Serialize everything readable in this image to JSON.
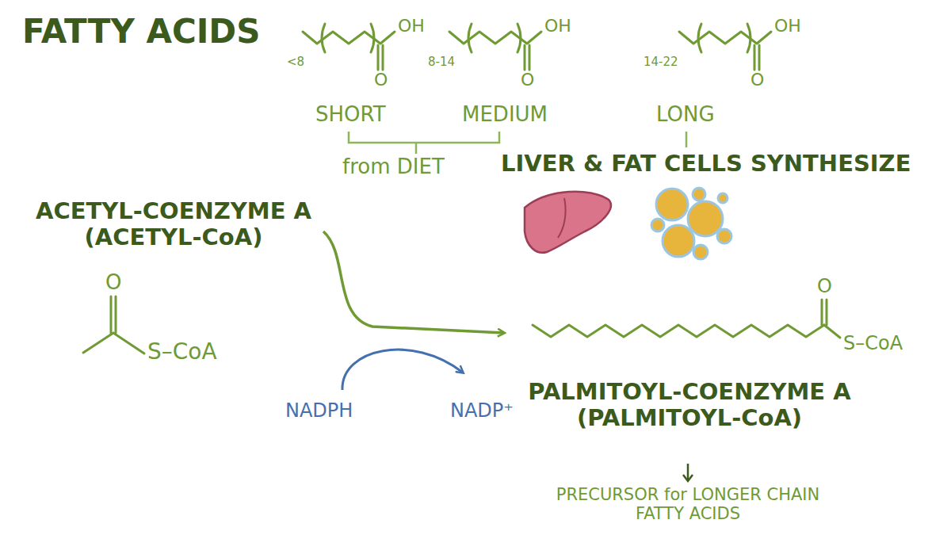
{
  "diagram": {
    "title": "FATTY ACIDS",
    "labels": [
      "<8",
      "OH",
      "O",
      "8-14",
      "OH",
      "O",
      "14-22",
      "OH",
      "O",
      "SHORT",
      "MEDIUM",
      "LONG",
      "from DIET",
      "LIVER & FAT CELLS SYNTHESIZE",
      "ACETYL-COENZYME A (ACETYL-CoA)",
      "O",
      "S–CoA",
      "O",
      "S–CoA",
      "NADPH",
      "NADP⁺",
      "PALMITOYL-COENZYME A (PALMITOYL-CoA)",
      "PRECURSOR for LONGER CHAIN FATTY ACIDS"
    ]
  }
}
